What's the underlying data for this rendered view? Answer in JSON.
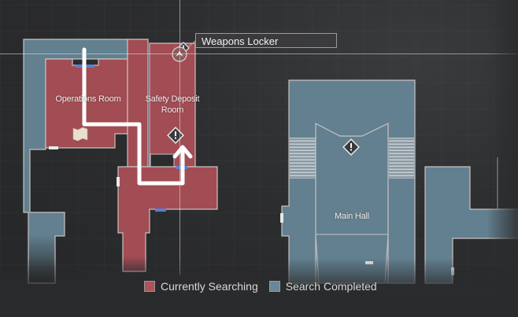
{
  "map": {
    "rooms": [
      {
        "name": "Operations Room",
        "status": "currently_searching"
      },
      {
        "name": "Safety Deposit Room",
        "status": "currently_searching"
      },
      {
        "name": "Main Hall",
        "status": "search_completed"
      }
    ],
    "labels": {
      "operations_room": "Operations Room",
      "safety_deposit_line1": "Safety Deposit",
      "safety_deposit_line2": "Room",
      "main_hall": "Main Hall"
    },
    "tooltip": {
      "text": "Weapons Locker"
    },
    "icons": {
      "player_marker": "player-position-marker",
      "item_alerts": [
        "item-alert-safety-deposit",
        "item-alert-main-hall"
      ],
      "map_file": "map-document-icon",
      "route_arrow": "route-arrow"
    }
  },
  "legend": {
    "items": [
      {
        "label": "Currently Searching",
        "color": "#b0525a"
      },
      {
        "label": "Search Completed",
        "color": "#6a8797"
      }
    ]
  },
  "colors": {
    "searching": "#a24c54",
    "completed": "#62808f",
    "wall": "#c9c2c2",
    "door_blue": "#5a7fd0",
    "background": "#2a2b2d"
  }
}
